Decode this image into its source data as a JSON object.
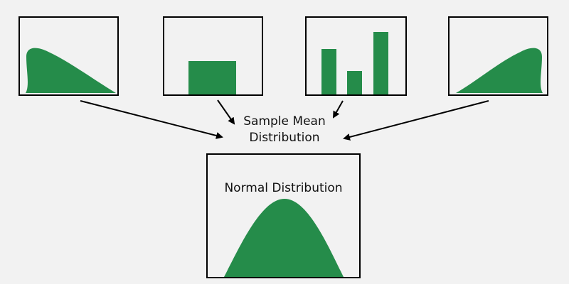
{
  "diagram": {
    "title_line1": "Sample Mean",
    "title_line2": "Distribution",
    "result_label": "Normal Distribution",
    "fill_color": "#258c4a",
    "border_color": "#000000",
    "background": "#f2f2f2",
    "source_panels": [
      {
        "name": "right-skewed-distribution",
        "shape": "right-skewed"
      },
      {
        "name": "uniform-distribution",
        "shape": "rectangle"
      },
      {
        "name": "discrete-bar-distribution",
        "shape": "bars",
        "bar_heights": [
          65,
          33,
          88
        ]
      },
      {
        "name": "left-skewed-distribution",
        "shape": "left-skewed"
      }
    ],
    "arrows": [
      {
        "from": "panel-1",
        "to": "sample-mean-label"
      },
      {
        "from": "panel-2",
        "to": "sample-mean-label"
      },
      {
        "from": "panel-3",
        "to": "sample-mean-label"
      },
      {
        "from": "panel-4",
        "to": "sample-mean-label"
      }
    ],
    "result_panel": {
      "shape": "bell-curve"
    }
  }
}
